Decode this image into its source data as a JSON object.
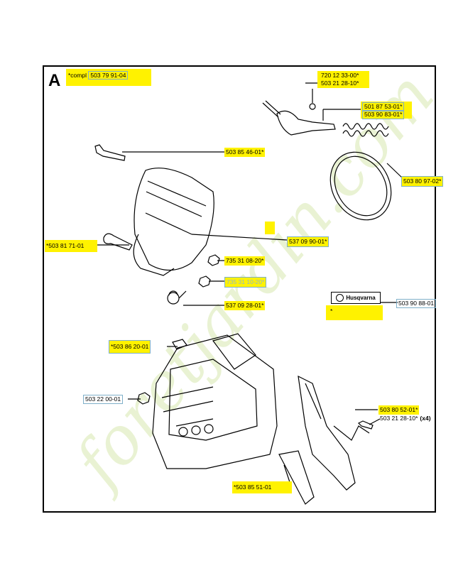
{
  "diagram": {
    "section_letter": "A",
    "watermark_text": "foretjardin.com",
    "brand_badge": "Husqvarna",
    "labels": {
      "compl_prefix": "*compl",
      "compl_number": "503 79 91-04",
      "p_720_12_33": "720 12 33-00*",
      "p_503_21_28_top": "503 21 28-10*",
      "p_501_87_53": "501 87 53-01*",
      "p_503_90_83": "503 90 83-01*",
      "p_503_85_46": "503 85 46-01*",
      "p_503_80_97": "503 80 97-02*",
      "p_537_09_90": "537 09 90-01*",
      "p_503_81_71": "*503 81 71-01",
      "p_735_31_08": "735 31 08-20*",
      "p_735_31_10": "735 31 10-20*",
      "p_537_09_28": "537 09 28-01*",
      "p_503_90_88": "503 90 88-01",
      "badge_star": "*",
      "p_503_86_20": "*503 86 20-01",
      "p_503_22_00": "503 22 00-01",
      "p_503_80_52": "503 80 52-01*",
      "p_503_21_28_bottom": "503 21 28-10*",
      "qty_x4": "(x4)",
      "p_503_85_51": "*503 85 51-01"
    }
  },
  "colors": {
    "highlight": "#fff200",
    "box_border": "#7fb0c9",
    "watermark_green": "#d8e8b0",
    "watermark_orange": "#f4c890"
  }
}
